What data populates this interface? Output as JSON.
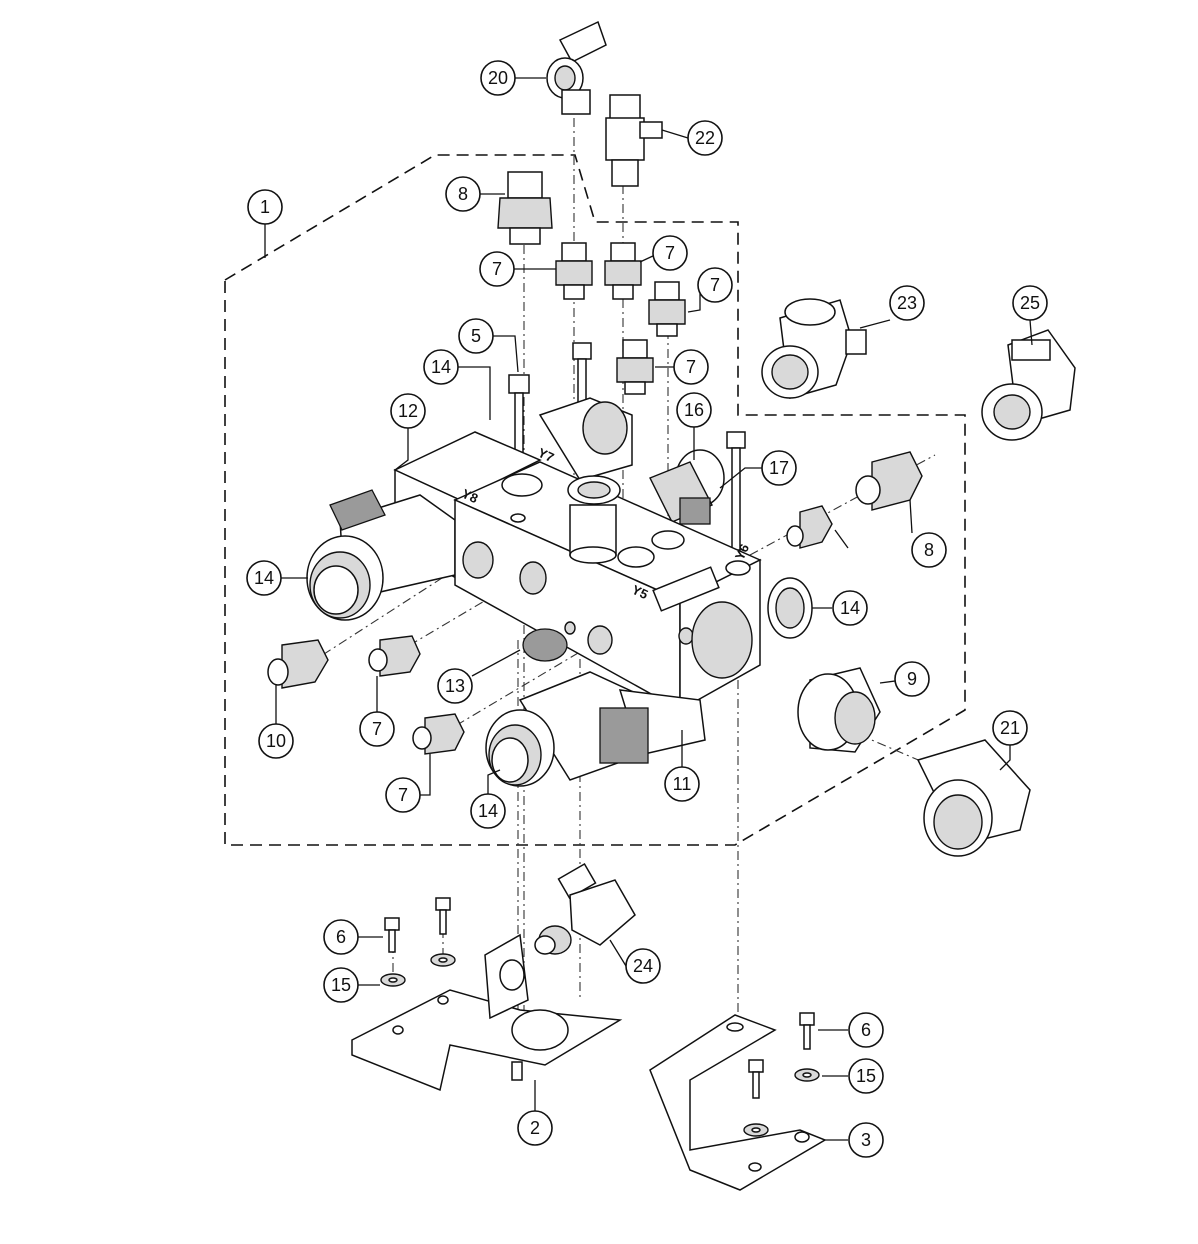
{
  "callouts": [
    "1",
    "2",
    "3",
    "5",
    "6",
    "6",
    "7",
    "7",
    "7",
    "7",
    "7",
    "7",
    "8",
    "8",
    "9",
    "10",
    "11",
    "12",
    "13",
    "14",
    "14",
    "14",
    "14",
    "15",
    "15",
    "16",
    "17",
    "20",
    "21",
    "22",
    "23",
    "24",
    "25"
  ],
  "port_labels": [
    "Y8",
    "Y7",
    "Y6",
    "Y5"
  ],
  "colors": {
    "line": "#111111",
    "shade": "#d9d9d9",
    "background": "#ffffff"
  }
}
